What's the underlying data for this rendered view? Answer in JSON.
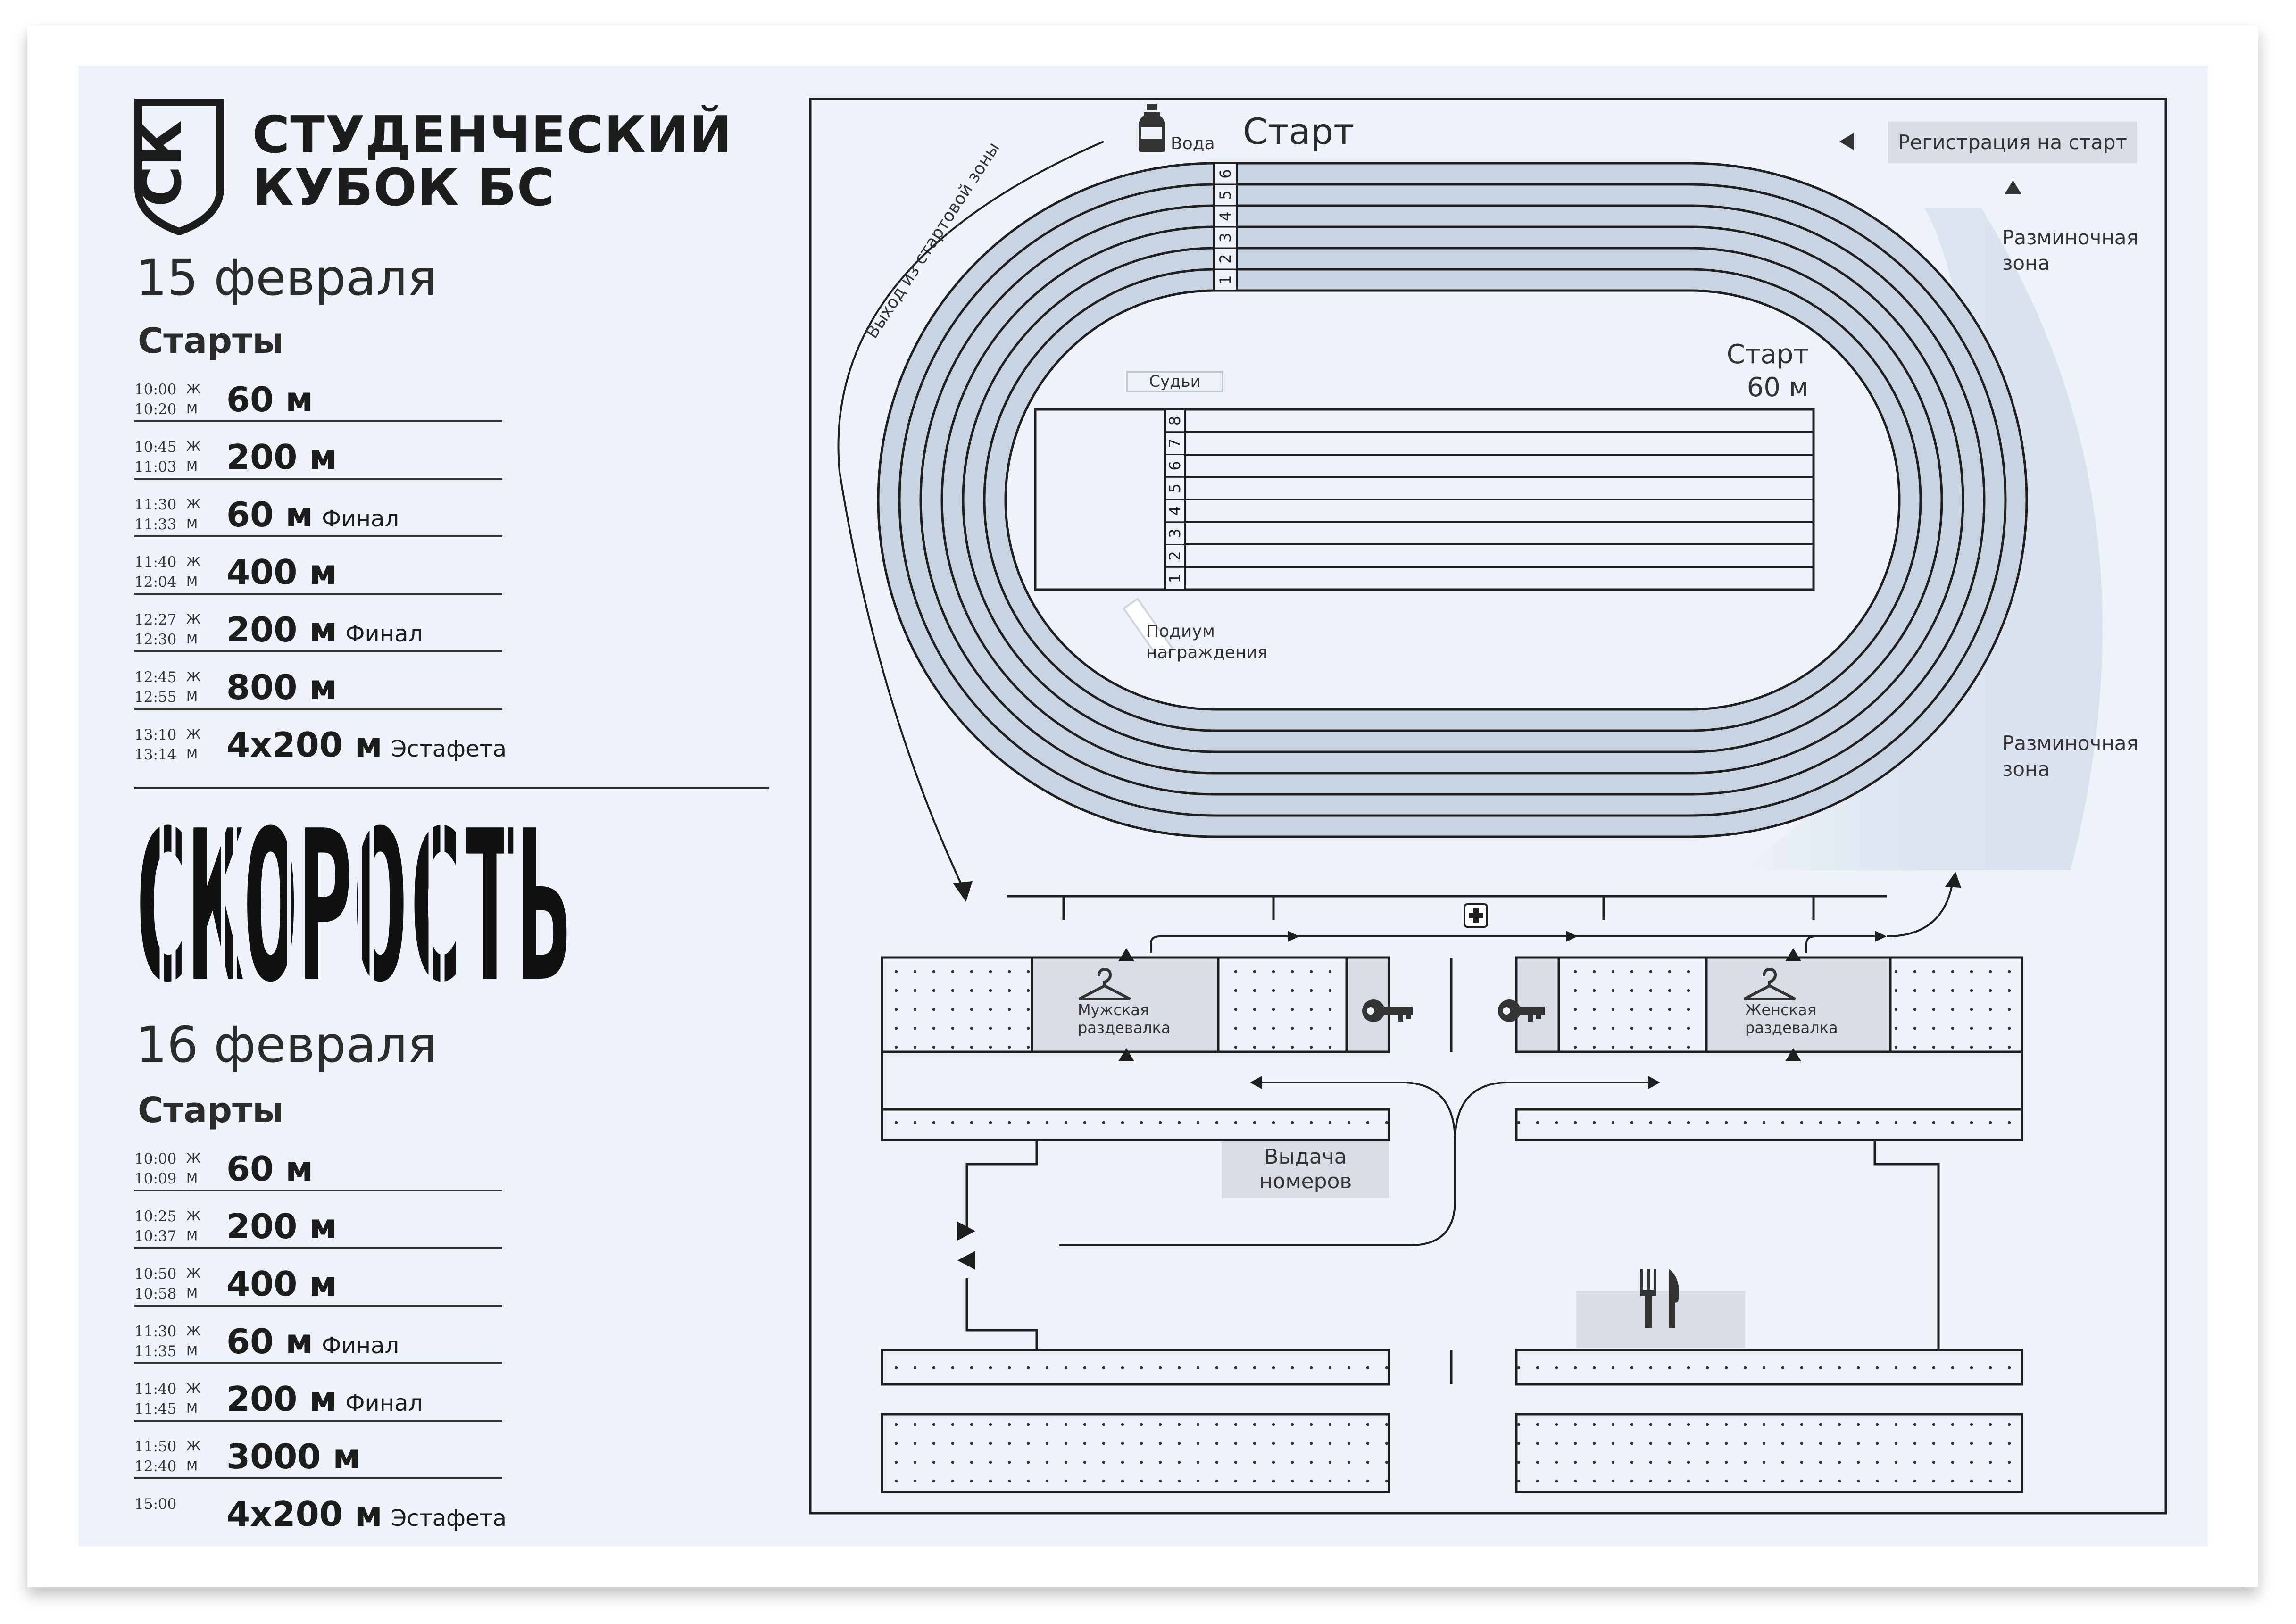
{
  "brand": {
    "line1": "СТУДЕНЧЕСКИЙ",
    "line2": "КУБОК БС",
    "logo_letters": "СК",
    "slogan": "СКОРОСТЬ"
  },
  "day1": {
    "date": "15 февраля",
    "starts_label": "Старты",
    "events": [
      {
        "t1": "10:00",
        "t2": "10:20",
        "g1": "Ж",
        "g2": "М",
        "name": "60 м",
        "note": ""
      },
      {
        "t1": "10:45",
        "t2": "11:03",
        "g1": "Ж",
        "g2": "М",
        "name": "200 м",
        "note": ""
      },
      {
        "t1": "11:30",
        "t2": "11:33",
        "g1": "Ж",
        "g2": "М",
        "name": "60 м",
        "note": "Финал"
      },
      {
        "t1": "11:40",
        "t2": "12:04",
        "g1": "Ж",
        "g2": "М",
        "name": "400 м",
        "note": ""
      },
      {
        "t1": "12:27",
        "t2": "12:30",
        "g1": "Ж",
        "g2": "М",
        "name": "200 м",
        "note": "Финал"
      },
      {
        "t1": "12:45",
        "t2": "12:55",
        "g1": "Ж",
        "g2": "М",
        "name": "800 м",
        "note": ""
      },
      {
        "t1": "13:10",
        "t2": "13:14",
        "g1": "Ж",
        "g2": "М",
        "name": "4х200 м",
        "note": "Эстафета"
      }
    ]
  },
  "day2": {
    "date": "16 февраля",
    "starts_label": "Старты",
    "events": [
      {
        "t1": "10:00",
        "t2": "10:09",
        "g1": "Ж",
        "g2": "М",
        "name": "60 м",
        "note": ""
      },
      {
        "t1": "10:25",
        "t2": "10:37",
        "g1": "Ж",
        "g2": "М",
        "name": "200 м",
        "note": ""
      },
      {
        "t1": "10:50",
        "t2": "10:58",
        "g1": "Ж",
        "g2": "М",
        "name": "400 м",
        "note": ""
      },
      {
        "t1": "11:30",
        "t2": "11:35",
        "g1": "Ж",
        "g2": "М",
        "name": "60 м",
        "note": "Финал"
      },
      {
        "t1": "11:40",
        "t2": "11:45",
        "g1": "Ж",
        "g2": "М",
        "name": "200 м",
        "note": "Финал"
      },
      {
        "t1": "11:50",
        "t2": "12:40",
        "g1": "Ж",
        "g2": "М",
        "name": "3000 м",
        "note": ""
      },
      {
        "t1": "15:00",
        "t2": "",
        "g1": "",
        "g2": "",
        "name": "4х200 м",
        "note": "Эстафета"
      }
    ]
  },
  "map": {
    "water": "Вода",
    "start": "Старт",
    "registration": "Регистрация на старт",
    "warmup": {
      "line1": "Разминочная",
      "line2": "зона"
    },
    "exit_label": "Выход из стартовой зоны",
    "judges": "Судьи",
    "start60": {
      "line1": "Старт",
      "line2": "60 м"
    },
    "podium": {
      "line1": "Подиум",
      "line2": "награждения"
    },
    "oval_lanes": [
      "1",
      "2",
      "3",
      "4",
      "5",
      "6"
    ],
    "straight_lanes": [
      "1",
      "2",
      "3",
      "4",
      "5",
      "6",
      "7",
      "8"
    ],
    "mens_locker": {
      "line1": "Мужская",
      "line2": "раздевалка"
    },
    "womens_locker": {
      "line1": "Женская",
      "line2": "раздевалка"
    },
    "bib": {
      "line1": "Выдача",
      "line2": "номеров"
    },
    "icons": [
      "water-bottle-icon",
      "first-aid-icon",
      "hanger-icon",
      "key-icon",
      "fork-knife-icon"
    ]
  },
  "colors": {
    "track": "#c9d4e3",
    "panel": "#eef2f9",
    "zone": "#d8dde6",
    "line": "#1f1f1f",
    "warmup": "#dde5f1"
  }
}
